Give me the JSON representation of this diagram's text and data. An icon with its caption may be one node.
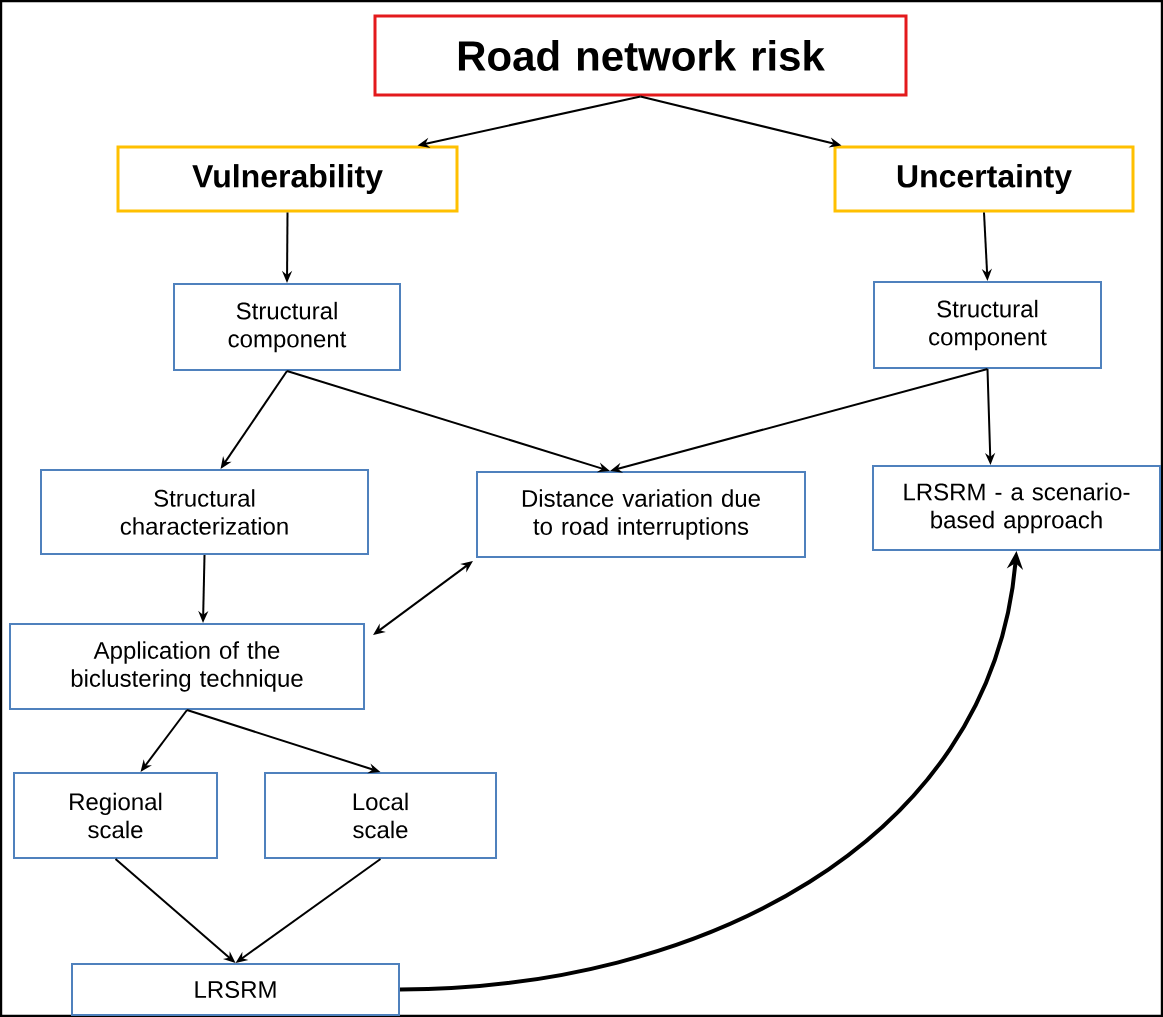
{
  "diagram": {
    "nodes": [
      {
        "text": [
          "Road network risk"
        ]
      },
      {
        "text": [
          "Vulnerability"
        ]
      },
      {
        "text": [
          "Uncertainty"
        ]
      },
      {
        "text": [
          "Structural component"
        ]
      },
      {
        "text": [
          "Structural component"
        ]
      },
      {
        "text": [
          "Structural characterization"
        ]
      },
      {
        "text": [
          "Distance variation due to road interruptions"
        ]
      },
      {
        "text": [
          "LRSRM -  a scenario-based approach"
        ]
      },
      {
        "text": [
          "Application of the biclustering technique"
        ]
      },
      {
        "text": [
          "Regional scale"
        ]
      },
      {
        "text": [
          "Local scale"
        ]
      },
      {
        "text": [
          "LRSRM"
        ]
      }
    ],
    "edges": [
      {
        "from": 0,
        "to": 1,
        "arrow": "to"
      },
      {
        "from": 0,
        "to": 2,
        "arrow": "to"
      },
      {
        "from": 1,
        "to": 3,
        "arrow": "to"
      },
      {
        "from": 2,
        "to": 4,
        "arrow": "to"
      },
      {
        "from": 3,
        "to": 5,
        "arrow": "to"
      },
      {
        "from": 3,
        "to": 6,
        "arrow": "to"
      },
      {
        "from": 4,
        "to": 6,
        "arrow": "to"
      },
      {
        "from": 4,
        "to": 7,
        "arrow": "to"
      },
      {
        "from": 5,
        "to": 8,
        "arrow": "to"
      },
      {
        "from": 8,
        "to": 6,
        "arrow": "both"
      },
      {
        "from": 8,
        "to": 9,
        "arrow": "to"
      },
      {
        "from": 8,
        "to": 10,
        "arrow": "to"
      },
      {
        "from": 9,
        "to": 11,
        "arrow": "to"
      },
      {
        "from": 10,
        "to": 11,
        "arrow": "to"
      },
      {
        "from": 11,
        "to": 7,
        "arrow": "to",
        "style": "thick"
      }
    ]
  }
}
